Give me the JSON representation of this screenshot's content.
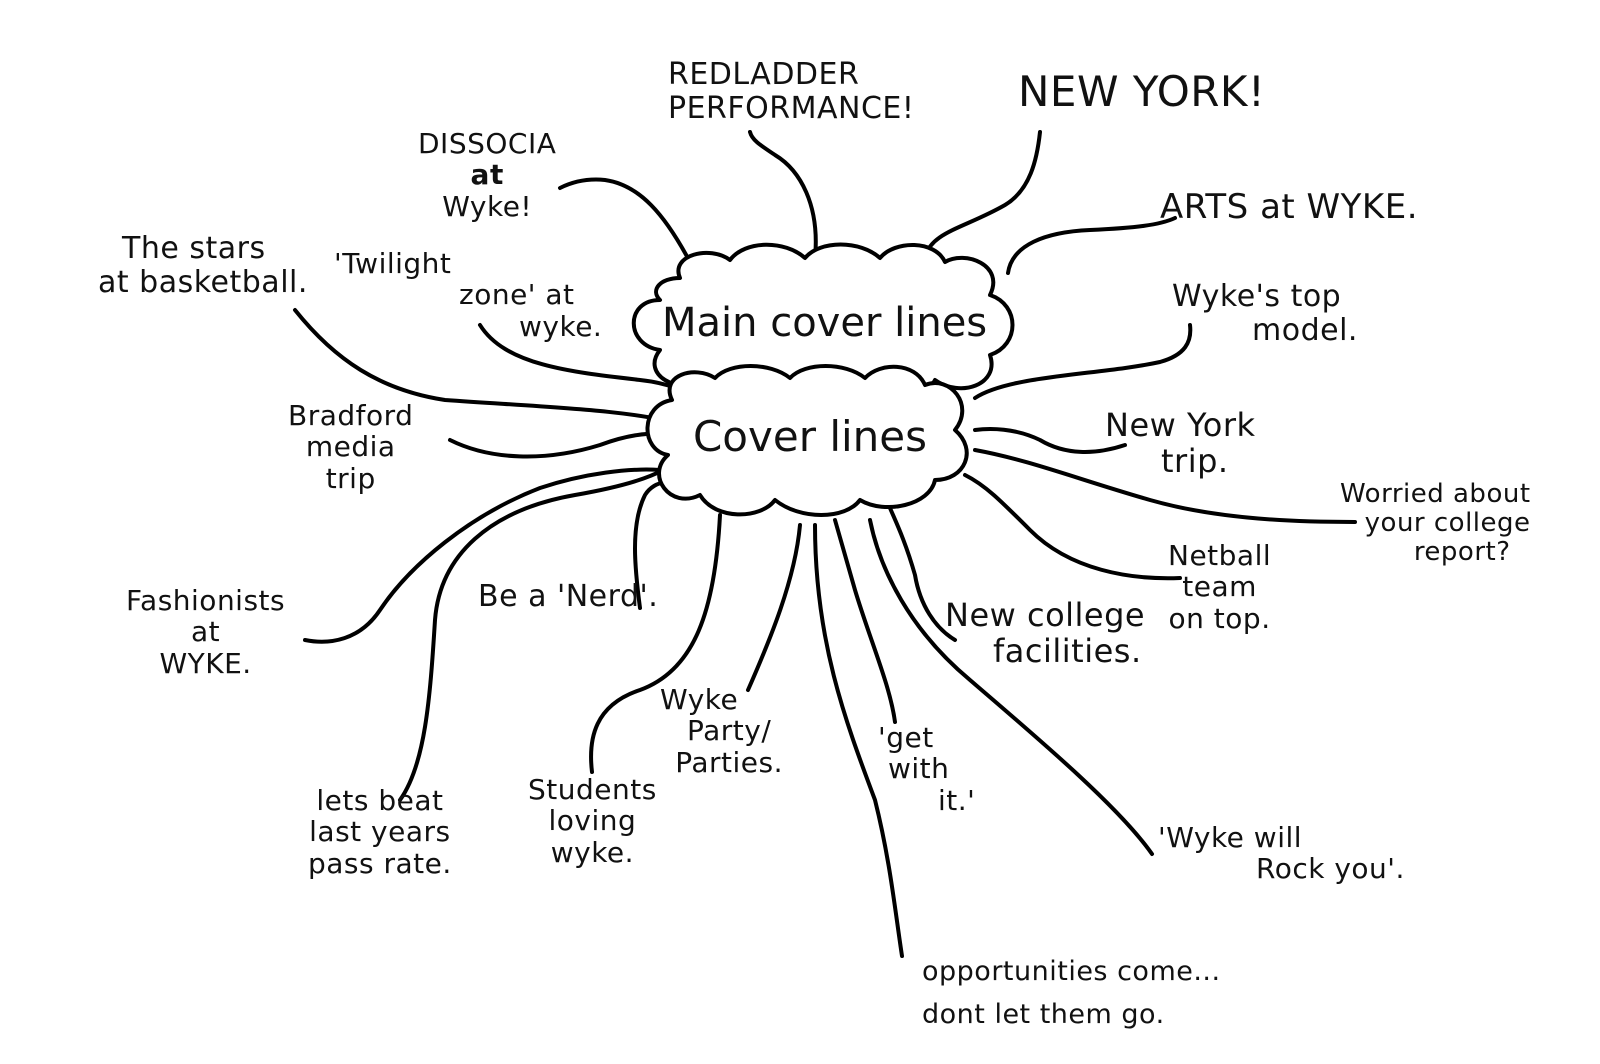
{
  "diagram": {
    "type": "mind-map",
    "hubs": {
      "main": {
        "label": "Main cover lines"
      },
      "cover": {
        "label": "Cover lines"
      }
    },
    "main_branches": [
      {
        "id": "dissocia",
        "lines": [
          "DISSOCIA",
          "at",
          "Wyke!"
        ]
      },
      {
        "id": "redladder",
        "lines": [
          "REDLADDER",
          "PERFORMANCE!"
        ]
      },
      {
        "id": "newyork",
        "lines": [
          "NEW YORK!"
        ]
      },
      {
        "id": "arts",
        "lines": [
          "ARTS at WYKE."
        ]
      },
      {
        "id": "twilight",
        "lines": [
          "'Twilight",
          "zone' at",
          "wyke."
        ]
      },
      {
        "id": "topmodel",
        "lines": [
          "Wyke's top",
          "model."
        ]
      }
    ],
    "cover_branches": [
      {
        "id": "stars",
        "lines": [
          "The stars",
          "at basketball."
        ]
      },
      {
        "id": "bradford",
        "lines": [
          "Bradford",
          "media",
          "trip"
        ]
      },
      {
        "id": "fashion",
        "lines": [
          "Fashionists",
          "at",
          "WYKE."
        ]
      },
      {
        "id": "nerd",
        "lines": [
          "Be a 'Nerd'."
        ]
      },
      {
        "id": "passrate",
        "lines": [
          "lets beat",
          "last years",
          "pass rate."
        ]
      },
      {
        "id": "students",
        "lines": [
          "Students",
          "loving",
          "wyke."
        ]
      },
      {
        "id": "party",
        "lines": [
          "Wyke",
          "Party/",
          "Parties."
        ]
      },
      {
        "id": "opportunities",
        "lines": [
          "opportunities come...",
          "dont let them go."
        ]
      },
      {
        "id": "getwithit",
        "lines": [
          "'get",
          "with",
          "it.'"
        ]
      },
      {
        "id": "rock",
        "lines": [
          "'Wyke will",
          "Rock you'."
        ]
      },
      {
        "id": "facilities",
        "lines": [
          "New college",
          "facilities."
        ]
      },
      {
        "id": "netball",
        "lines": [
          "Netball",
          "team",
          "on top."
        ]
      },
      {
        "id": "worried",
        "lines": [
          "Worried about",
          "your college",
          "report?"
        ]
      },
      {
        "id": "nytrip",
        "lines": [
          "New York",
          "trip."
        ]
      }
    ]
  }
}
